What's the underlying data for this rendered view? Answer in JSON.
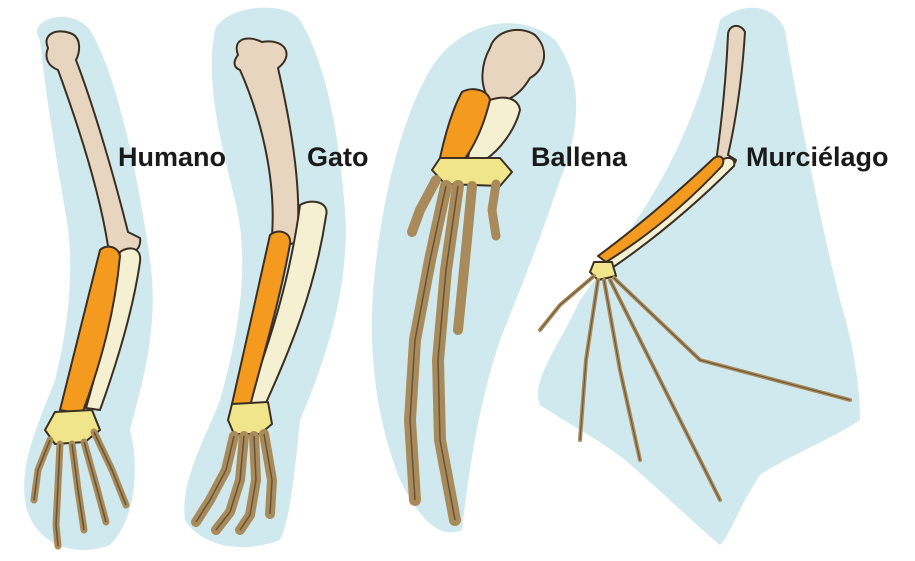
{
  "labels": {
    "human": "Humano",
    "cat": "Gato",
    "whale": "Ballena",
    "bat": "Murciélago"
  },
  "colors": {
    "background_blob": "#cfe9ee",
    "humerus": "#e8d5c0",
    "radius": "#f49b1f",
    "ulna": "#f6f0d2",
    "carpals": "#f1e58b",
    "phalanges": "#a98a5a",
    "outline": "#3a2f22"
  }
}
